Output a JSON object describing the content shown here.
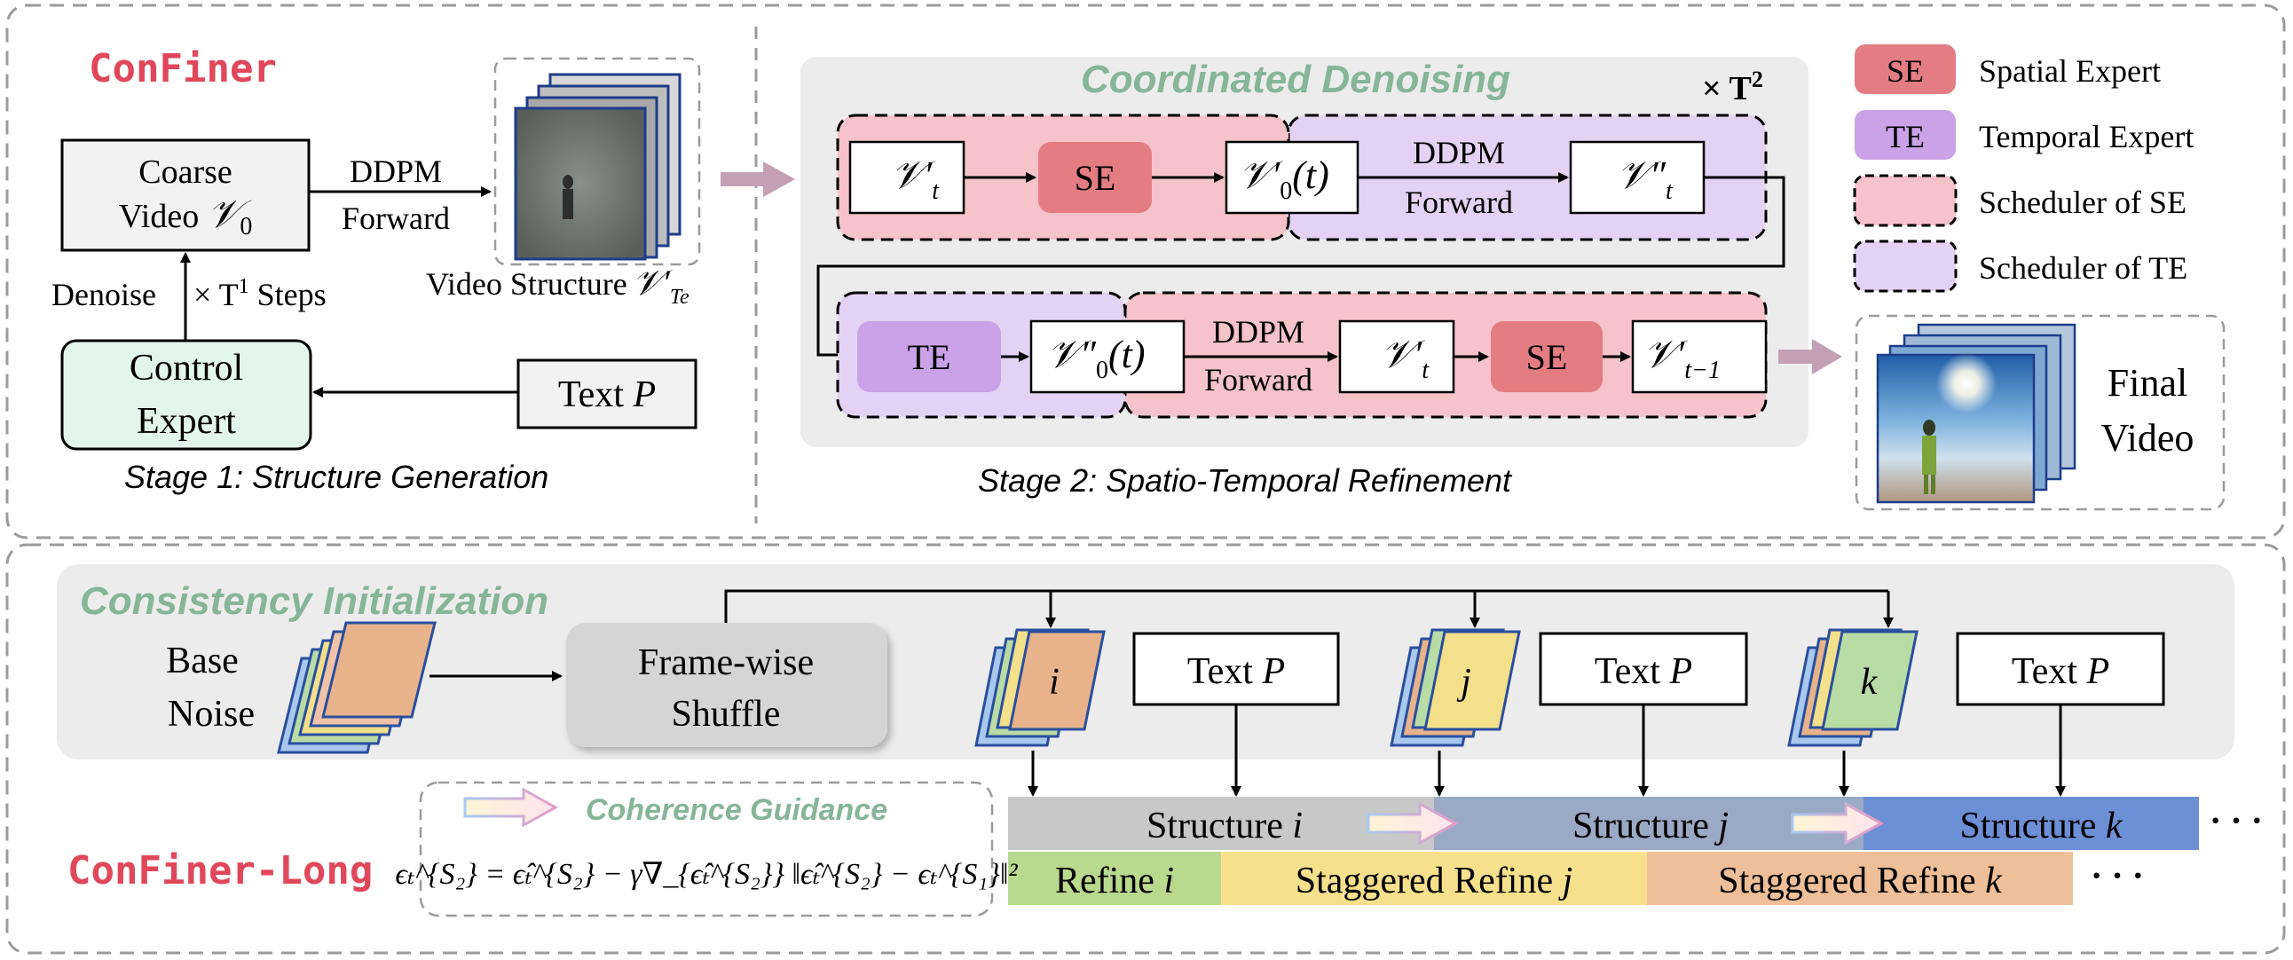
{
  "top": {
    "brand": "ConFiner",
    "stage1": {
      "coarse_line1": "Coarse",
      "coarse_line2": "Video",
      "coarse_var": "𝒱",
      "coarse_sub": "0",
      "ddpm": "DDPM",
      "forward": "Forward",
      "video_structure": "Video Structure",
      "vs_var": "𝒱′",
      "vs_sub": "Te",
      "denoise": "Denoise",
      "steps_pre": "× T",
      "steps_sup": "1",
      "steps_post": " Steps",
      "control_line1": "Control",
      "control_line2": "Expert",
      "text_label": "Text ",
      "text_var": "P",
      "caption": "Stage 1: Structure Generation"
    },
    "stage2": {
      "title": "Coordinated Denoising",
      "times_T2_pre": "× T",
      "times_T2_sup": "2",
      "row1": {
        "v1": "𝒱′",
        "v1_sub": "t",
        "se": "SE",
        "v0": "𝒱′",
        "v0_sub": "0",
        "v0_arg": "(t)",
        "ddpm": "DDPM",
        "forward": "Forward",
        "v2": "𝒱″",
        "v2_sub": "t"
      },
      "row2": {
        "te": "TE",
        "v0": "𝒱″",
        "v0_sub": "0",
        "v0_arg": "(t)",
        "ddpm": "DDPM",
        "forward": "Forward",
        "v1": "𝒱′",
        "v1_sub": "t",
        "se": "SE",
        "v2": "𝒱′",
        "v2_sub": "t−1"
      },
      "caption": "Stage 2: Spatio-Temporal Refinement"
    },
    "legend": {
      "se_abbr": "SE",
      "se_label": "Spatial Expert",
      "te_abbr": "TE",
      "te_label": "Temporal Expert",
      "sched_se": "Scheduler of SE",
      "sched_te": "Scheduler of TE"
    },
    "final_line1": "Final",
    "final_line2": "Video"
  },
  "bottom": {
    "section_title": "Consistency Initialization",
    "base_line1": "Base",
    "base_line2": "Noise",
    "shuffle_line1": "Frame-wise",
    "shuffle_line2": "Shuffle",
    "frame_i": "i",
    "frame_j": "j",
    "frame_k": "k",
    "text_label": "Text ",
    "text_var": "P",
    "structure_label": "Structure ",
    "struct_i": "i",
    "struct_j": "j",
    "struct_k": "k",
    "refine_label": "Refine ",
    "refine_i": "i",
    "staggered_label": "Staggered Refine ",
    "refine_j": "j",
    "refine_k": "k",
    "ellipsis": "· · ·",
    "guidance_title": "Coherence Guidance",
    "formula": "ϵₜ^{S₂} = ϵ̂ₜ^{S₂} − γ∇_{ϵ̂ₜ^{S₂}} ‖ϵ̂ₜ^{S₂} − ϵₜ^{S₁}‖²",
    "brand": "ConFiner-Long"
  },
  "colors": {
    "brand_red": "#e0475a",
    "section_green": "#86b59a",
    "se_red": "#e47d83",
    "te_purple": "#c9a2e8",
    "sched_se": "#f5c3c9",
    "sched_te": "#e3d2f3",
    "control_green": "#e3f6ec",
    "panel_gray": "#ececec",
    "struct_gray": "#c8c8c8",
    "struct_slate": "#9aaac4",
    "struct_blue": "#6d8fd6",
    "refine_green": "#b8d98e",
    "refine_yellow": "#f7e08c",
    "refine_orange": "#eebf98",
    "arrow_mauve": "#c4a0b4"
  }
}
